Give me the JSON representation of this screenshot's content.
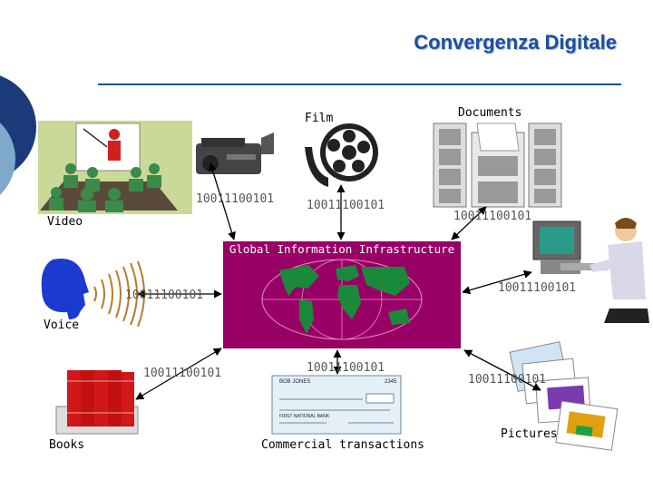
{
  "title": "Convergenza Digitale",
  "colors": {
    "title": "#1f4e9b",
    "gii": "#990066",
    "rule": "#1f4e9b"
  },
  "center": {
    "label": "Global Information Infrastructure"
  },
  "nodes": {
    "video": {
      "label": "Video",
      "code": "10011100101"
    },
    "film": {
      "label": "Film",
      "code": "10011100101"
    },
    "documents": {
      "label": "Documents",
      "code": "10011100101"
    },
    "computer": {
      "code": "10011100101"
    },
    "voice": {
      "label": "Voice",
      "code": "10011100101"
    },
    "books": {
      "label": "Books",
      "code": "10011100101"
    },
    "commercial": {
      "label": "Commercial transactions",
      "code": "10011100101"
    },
    "pictures": {
      "label": "Pictures",
      "code": "10011100101"
    }
  },
  "cheque": {
    "name": "BOB JONES",
    "number": "2345",
    "bank": "FIRST NATIONAL BANK"
  },
  "icons": [
    "presentation-icon",
    "video-camera-icon",
    "film-reel-icon",
    "filing-cabinet-icon",
    "computer-user-icon",
    "speaking-head-icon",
    "world-map-icon",
    "books-icon",
    "cheque-icon",
    "photos-icon"
  ]
}
